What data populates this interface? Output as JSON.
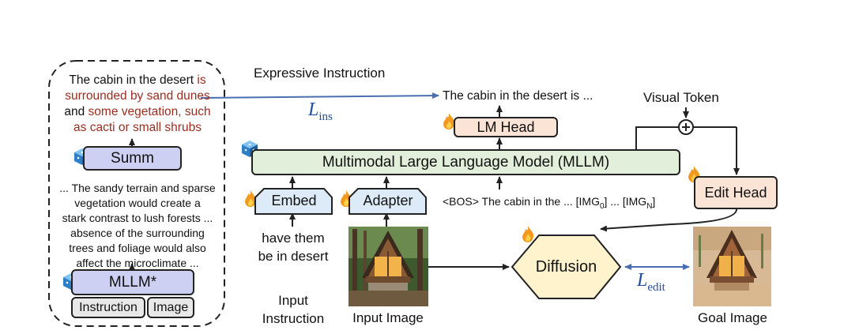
{
  "left_panel": {
    "caption_prefix": "The cabin in the desert ",
    "caption_red_1": "is",
    "caption_red_2": "surrounded by sand dunes",
    "caption_mid": "and ",
    "caption_red_3": "some vegetation, such",
    "caption_red_4": "as cacti or small shrubs",
    "summ_label": "Summ",
    "reasoning_lines": [
      "... The sandy terrain and sparse",
      "vegetation would create a",
      "stark contrast to lush forests ...",
      "absence of the surrounding",
      "trees and foliage would also",
      "affect the microclimate ..."
    ],
    "mllm_star_label": "MLLM*",
    "instruction_tab": "Instruction",
    "image_tab": "Image"
  },
  "labels": {
    "expressive_instruction": "Expressive Instruction",
    "loss_ins_main": "L",
    "loss_ins_sub": "ins",
    "lm_output": "The cabin in the desert is ...",
    "visual_token": "Visual Token",
    "lm_head": "LM Head",
    "mllm_main": "Multimodal Large Language Model (MLLM)",
    "embed": "Embed",
    "adapter": "Adapter",
    "token_sequence": "<BOS> The cabin in the ...  [IMG",
    "token_sub_0": "0",
    "token_mid": "] ... [IMG",
    "token_sub_n": "N",
    "token_end": "]",
    "edit_head": "Edit Head",
    "user_instruction_lines": [
      "have them",
      "be in desert"
    ],
    "input_instruction_lines": [
      "Input",
      "Instruction"
    ],
    "input_image": "Input Image",
    "diffusion": "Diffusion",
    "loss_edit_main": "L",
    "loss_edit_sub": "edit",
    "goal_image": "Goal Image",
    "plus_sign": "+"
  },
  "colors": {
    "lm_head_fill": "#fbe3d6",
    "mllm_fill": "#e2efda",
    "embed_fill": "#dcebf7",
    "summ_fill": "#cdd0f2",
    "diffusion_fill": "#fff3cd",
    "arrow_blue": "#4a6fb0",
    "flame": "#f39a1e"
  },
  "icons": [
    "flame-icon",
    "frozen-cube-icon",
    "plus-circle-icon"
  ]
}
